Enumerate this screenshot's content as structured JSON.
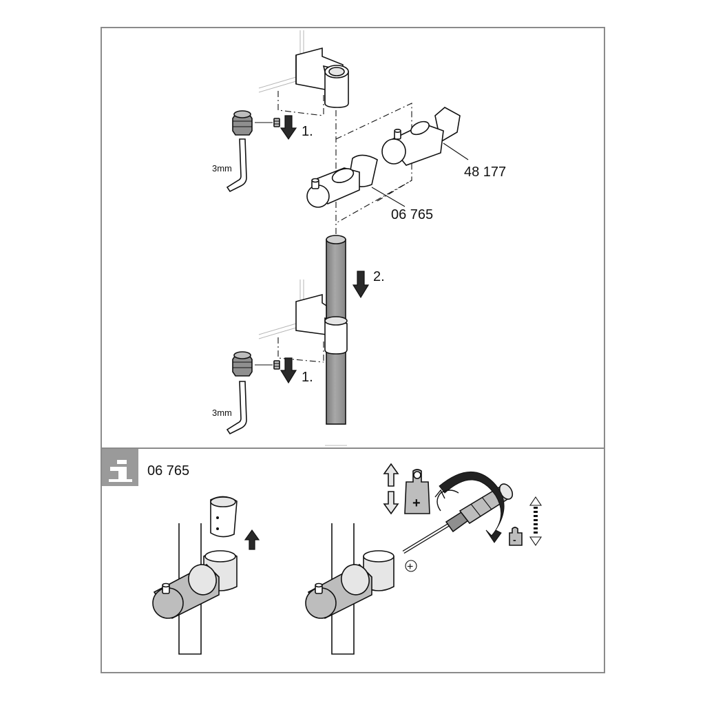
{
  "top_panel": {
    "step1_upper": "1.",
    "step1_lower": "1.",
    "step2": "2.",
    "hex_key_upper": "3mm",
    "hex_key_lower": "3mm",
    "part_slider": "06 765",
    "part_holder": "48 177"
  },
  "info_panel": {
    "part_number": "06 765",
    "tighten_symbol": "+",
    "weight_plus": "+",
    "weight_minus": "-"
  }
}
